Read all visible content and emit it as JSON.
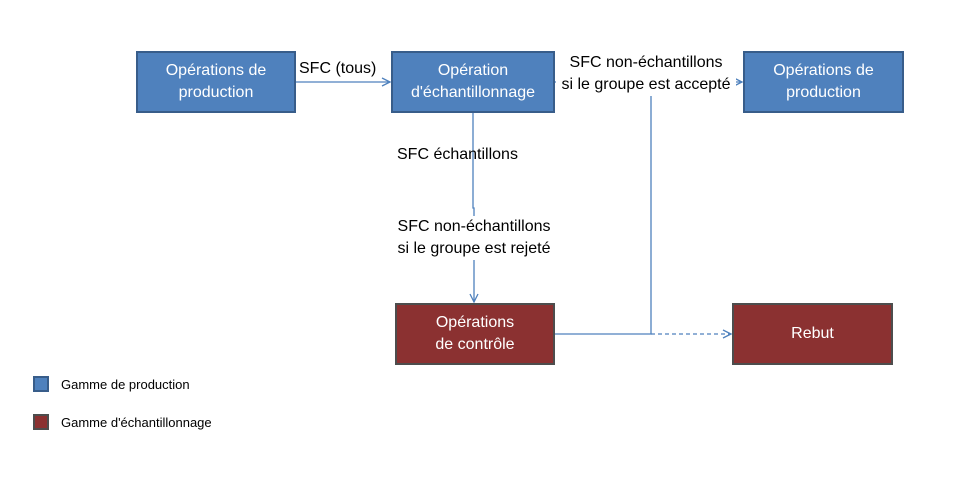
{
  "colors": {
    "production": "#4f81bd",
    "production_border": "#385d8a",
    "sampling": "#8b3131",
    "connector": "#4f81bd"
  },
  "nodes": {
    "prod_ops_left": "Opérations de\nproduction",
    "sampling_op": "Opération\nd'échantillonnage",
    "prod_ops_right": "Opérations de\nproduction",
    "control_ops": "Opérations\nde contrôle",
    "scrap": "Rebut"
  },
  "edges": {
    "sfc_all": "SFC (tous)",
    "sfc_non_samples_accepted": "SFC non-échantillons\nsi le groupe est accepté",
    "sfc_samples": "SFC échantillons",
    "sfc_non_samples_rejected": "SFC non-échantillons\nsi le groupe est rejeté"
  },
  "legend": {
    "production_route": "Gamme de production",
    "sampling_route": "Gamme d'échantillonnage"
  }
}
